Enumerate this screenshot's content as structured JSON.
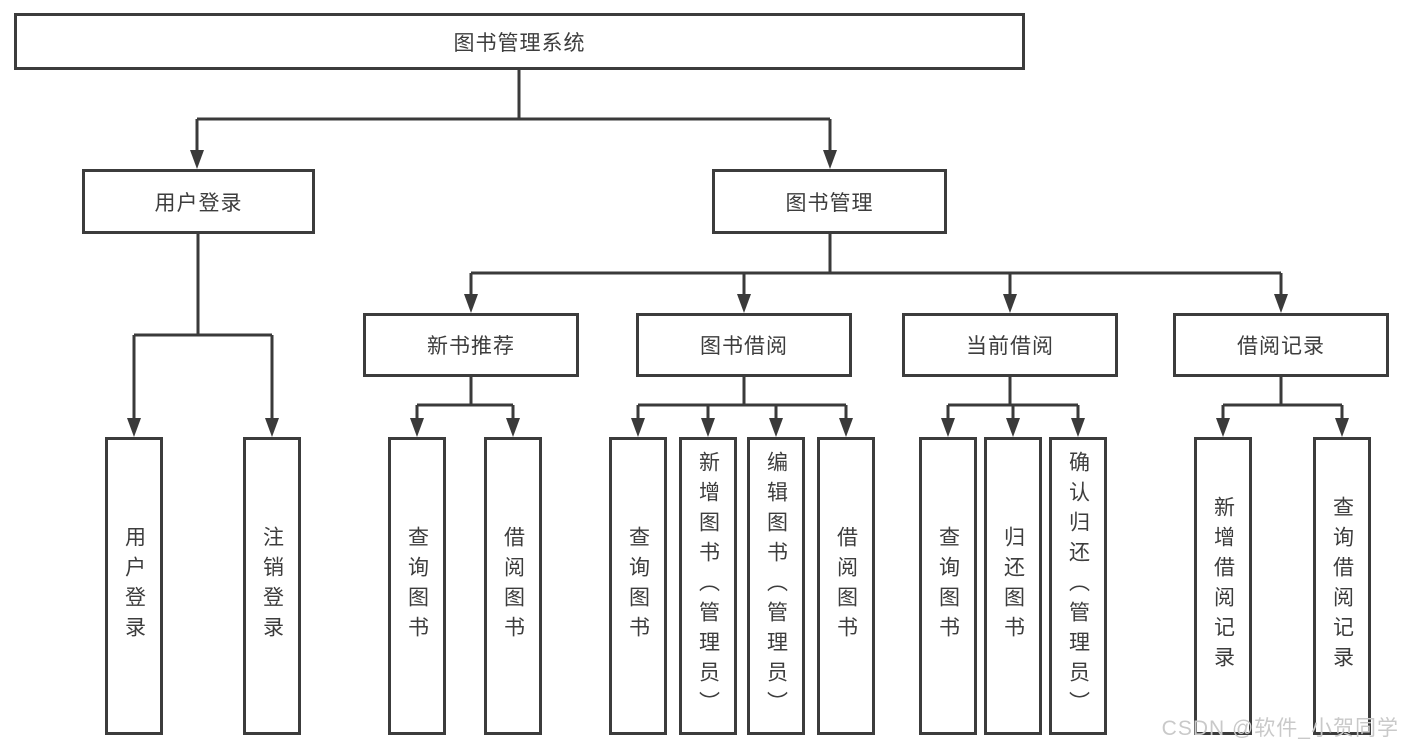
{
  "colors": {
    "line": "#3a3a3a",
    "box_border": "#3c3c3c",
    "text": "#3d3d3d",
    "background": "#ffffff",
    "watermark": "#c9c9c9"
  },
  "watermark": {
    "text": "CSDN @软件_小贺同学"
  },
  "nodes": {
    "root": {
      "label": "图书管理系统"
    },
    "user_login": {
      "label": "用户登录"
    },
    "book_mgmt": {
      "label": "图书管理"
    },
    "new_book_rec": {
      "label": "新书推荐"
    },
    "book_borrow": {
      "label": "图书借阅"
    },
    "current_borrow": {
      "label": "当前借阅"
    },
    "borrow_record": {
      "label": "借阅记录"
    },
    "leaf_user_login": {
      "label": "用户登录"
    },
    "leaf_logout": {
      "label": "注销登录"
    },
    "leaf_nb_query": {
      "label": "查询图书"
    },
    "leaf_nb_borrow": {
      "label": "借阅图书"
    },
    "leaf_bb_query": {
      "label": "查询图书"
    },
    "leaf_bb_add": {
      "label": "新增图书（管理员）"
    },
    "leaf_bb_edit": {
      "label": "编辑图书（管理员）"
    },
    "leaf_bb_borrow": {
      "label": "借阅图书"
    },
    "leaf_cb_query": {
      "label": "查询图书"
    },
    "leaf_cb_return": {
      "label": "归还图书"
    },
    "leaf_cb_confirm": {
      "label": "确认归还（管理员）"
    },
    "leaf_br_add": {
      "label": "新增借阅记录"
    },
    "leaf_br_query": {
      "label": "查询借阅记录"
    }
  }
}
